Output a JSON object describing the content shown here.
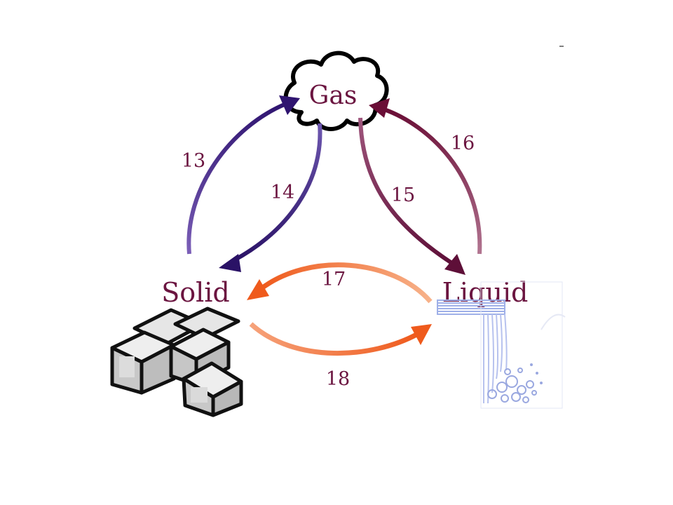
{
  "states": {
    "gas": "Gas",
    "solid": "Solid",
    "liquid": "Liquid"
  },
  "transitions": [
    {
      "id": "13",
      "label": "13",
      "from": "Solid",
      "to": "Gas",
      "color": "#4b2a8c"
    },
    {
      "id": "14",
      "label": "14",
      "from": "Gas",
      "to": "Solid",
      "color": "#3a1d7a"
    },
    {
      "id": "15",
      "label": "15",
      "from": "Gas",
      "to": "Liquid",
      "color": "#6e1a4a"
    },
    {
      "id": "16",
      "label": "16",
      "from": "Liquid",
      "to": "Gas",
      "color": "#7a1a45"
    },
    {
      "id": "17",
      "label": "17",
      "from": "Liquid",
      "to": "Solid",
      "color": "#ef6a2a"
    },
    {
      "id": "18",
      "label": "18",
      "from": "Solid",
      "to": "Liquid",
      "color": "#ef6a2a"
    }
  ],
  "colors": {
    "label_text": "#6b1540",
    "ice_fill": "#c4c4c4",
    "water": "#8a9ad6"
  },
  "icons": {
    "gas": "cloud-icon",
    "solid": "ice-cubes-icon",
    "liquid": "water-tap-icon"
  }
}
